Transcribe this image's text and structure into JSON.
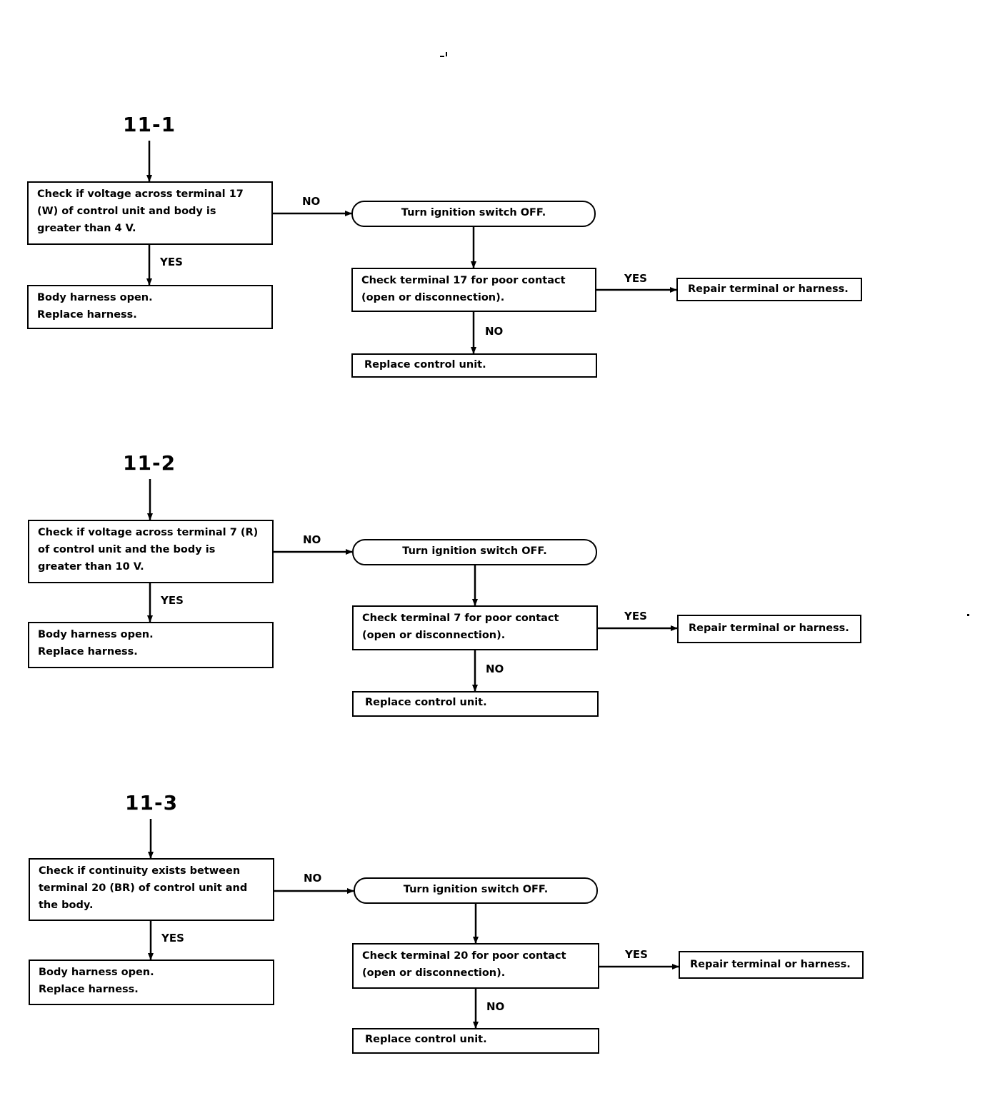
{
  "flowcharts": [
    {
      "id": "11-1",
      "check_text": "Check if voltage across terminal 17\n(W) of control unit and body is\ngreater than 4 V.",
      "no_label": "NO",
      "yes_label": "YES",
      "ignition_text": "Turn ignition switch OFF.",
      "yes_result_text": "Body harness open.\nReplace harness.",
      "terminal_check_text": "Check terminal 17 for poor contact\n(open or disconnection).",
      "terminal_yes_label": "YES",
      "repair_text": "Repair terminal or harness.",
      "terminal_no_label": "NO",
      "replace_unit_text": "Replace control unit."
    },
    {
      "id": "11-2",
      "check_text": "Check if voltage across terminal 7 (R)\nof control unit and the body is\ngreater than 10 V.",
      "no_label": "NO",
      "yes_label": "YES",
      "ignition_text": "Turn ignition switch OFF.",
      "yes_result_text": "Body harness open.\nReplace harness.",
      "terminal_check_text": "Check terminal 7 for poor contact\n(open or disconnection).",
      "terminal_yes_label": "YES",
      "repair_text": "Repair terminal or harness.",
      "terminal_no_label": "NO",
      "replace_unit_text": "Replace control unit."
    },
    {
      "id": "11-3",
      "check_text": "Check if continuity exists between\nterminal 20 (BR) of control unit and\nthe body.",
      "no_label": "NO",
      "yes_label": "YES",
      "ignition_text": "Turn ignition switch OFF.",
      "yes_result_text": "Body harness open.\nReplace harness.",
      "terminal_check_text": "Check terminal 20 for poor contact\n(open or disconnection).",
      "terminal_yes_label": "YES",
      "repair_text": "Repair terminal or harness.",
      "terminal_no_label": "NO",
      "replace_unit_text": "Replace control unit."
    }
  ],
  "colors": {
    "ink": "#000000",
    "paper": "#ffffff"
  }
}
